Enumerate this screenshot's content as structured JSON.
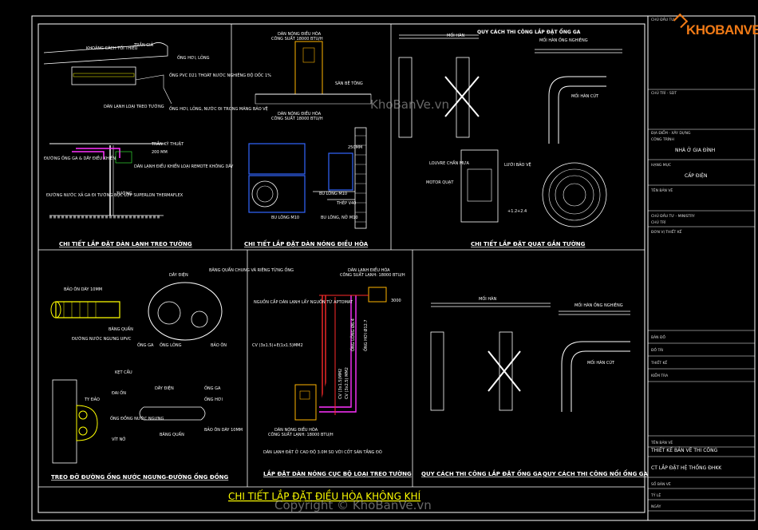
{
  "colors": {
    "background": "#000000",
    "line": "#ffffff",
    "accent_yellow": "#ffff00",
    "pipe_red": "#ff2a2a",
    "pipe_magenta": "#ff33ff",
    "unit_blue": "#3366ff",
    "logo_orange": "#f07a16"
  },
  "logo": {
    "text": "KHOBANVE"
  },
  "main_title": "CHI TIẾT LẮP ĐẶT ĐIỀU HÒA KHÔNG KHÍ",
  "watermark_center": "KhoBanVe.vn",
  "watermark_bottom": "Copyright © KhoBanVe.vn",
  "panels": {
    "p1": {
      "title": "CHI TIẾT LẮP ĐẶT DÀN LẠNH TREO TƯỜNG",
      "labels": [
        "KHOẢNG CÁCH TỐI THIỂU",
        "TRẦN GIẢ",
        "ỐNG HƠI, LỎNG",
        "ỐNG PVC D21 THOÁT NƯỚC NGHIÊNG ĐỘ DỐC 1%",
        "ỐNG HƠI, LỎNG, NƯỚC ĐI TRONG MÁNG BẢO VỆ",
        "DÀN LẠNH LOẠI TREO TƯỜNG",
        "TRẦN KỸ THUẬT",
        "ĐƯỜNG ỐNG GA & DÂY ĐIỀU KHIỂN",
        "DÀN LẠNH ĐIỀU KHIỂN LOẠI REMOTE KHÔNG DÂY",
        "ĐƯỜNG NƯỚC XẢ GA ĐI TƯỜNG BỌC LỚP SUPERLON THERMAFLEX",
        "TƯỜNG",
        "200 MM"
      ]
    },
    "p2": {
      "title": "CHI TIẾT LẮP ĐẶT DÀN NÓNG ĐIỀU HÒA",
      "labels": [
        "DÀN NÓNG ĐIỀU HÒA",
        "CÔNG SUẤT 18000 BTU/H",
        "SÀN BÊ TÔNG",
        "DÀN NÓNG ĐIỀU HÒA",
        "CÔNG SUẤT 18000 BTU/H",
        "250MM",
        "BU LÔNG M10",
        "THÉP V40",
        "BU LÔNG M10",
        "BU LÔNG, NỞ M10"
      ]
    },
    "p3": {
      "title": "CHI TIẾT LẮP ĐẶT QUẠT GẮN TƯỜNG",
      "labels": [
        "QUY CÁCH THI CÔNG LẮP ĐẶT ỐNG GA",
        "MỐI HÀN",
        "MỐI HÀN ỐNG NGHIÊNG",
        "MỐI HÀN CÚT",
        "LOUVRE CHẮN MƯA",
        "LƯỚI BẢO VỆ",
        "MOTOR QUẠT",
        "+1.2",
        "+2.4"
      ]
    },
    "p4": {
      "title": "TREO ĐỠ ĐƯỜNG ỐNG NƯỚC NGƯNG-ĐƯỜNG ỐNG ĐỒNG",
      "labels": [
        "BẢO ÔN DÀY 10MM",
        "BĂNG QUẤN",
        "ĐƯỜNG NƯỚC NGƯNG UPVC",
        "DÂY ĐIỆN",
        "BĂNG QUẤN CHUNG VÀ RIÊNG TỪNG ỐNG",
        "ỐNG GA",
        "ỐNG LỎNG",
        "BẢO ÔN",
        "KẸT CẦU",
        "ĐAI ỐN",
        "ỐNG ĐỒNG NƯỚC NGƯNG",
        "TY ĐẢO",
        "VÍT NỞ",
        "DÂY ĐIỆN",
        "ỐNG GA",
        "ỐNG HƠI",
        "BĂNG QUẤN",
        "BẢO ÔN DÀY 10MM"
      ]
    },
    "p5": {
      "title": "LẮP ĐẶT DÀN NÓNG CỤC BỘ LOẠI TREO TƯỜNG",
      "labels": [
        "DÀN LẠNH ĐIỀU HÒA",
        "CÔNG SUẤT LẠNH: 18000 BTU/H",
        "NGUỒN CẤP DÀN LẠNH LẤY NGUỒN TỪ APTOMAT",
        "CV (3x1.5)+E(1x1.5)MM2",
        "ỐNG LỎNG Ø6.4",
        "ỐNG HƠI Ø12.7",
        "CV (3x1.5)MM2",
        "CV (3x2.5) MM2",
        "DÀN NÓNG ĐIỀU HÒA",
        "CÔNG SUẤT LẠNH: 18000 BTU/H",
        "DÀN LẠNH ĐẶT Ở CAO ĐỘ 3.0M SO VỚI CỐT SÀN TẦNG ĐÓ",
        "3000"
      ]
    },
    "p6": {
      "title": "QUY CÁCH THI CÔNG LẮP ĐẶT ỐNG GA",
      "labels": [
        "MỐI HÀN",
        "MỐI HÀN ỐNG NGHIÊNG",
        "MỐI HÀN CÚT"
      ]
    },
    "p7": {
      "title": "QUY CÁCH THI CÔNG NỐI ỐNG GA"
    }
  },
  "title_block": {
    "rows": [
      "CHỦ ĐẦU TƯ",
      "CHỦ TRÌ - SDT",
      "ĐỊA ĐIỂM - XÂY DỰNG",
      "CÔNG TRÌNH",
      "NHÀ Ở GIA ĐÌNH",
      "HẠNG MỤC",
      "CẤP ĐIỆN",
      "TÊN BẢN VẼ",
      "CHỦ ĐẦU TƯ - MINISTRY",
      "CHỦ TRÌ",
      "ĐƠN VỊ THIẾT KẾ",
      "BẢN ĐỒ",
      "ĐỒ TÀI",
      "THIẾT KẾ",
      "KIỂM TRA",
      "THIẾT KẾ BẢN VẼ THI CÔNG",
      "TÊN BẢN VẼ",
      "CT LẮP ĐẶT HỆ THỐNG ĐHKK",
      "SỐ BẢN VẼ",
      "TỶ LỆ",
      "NGÀY"
    ]
  }
}
